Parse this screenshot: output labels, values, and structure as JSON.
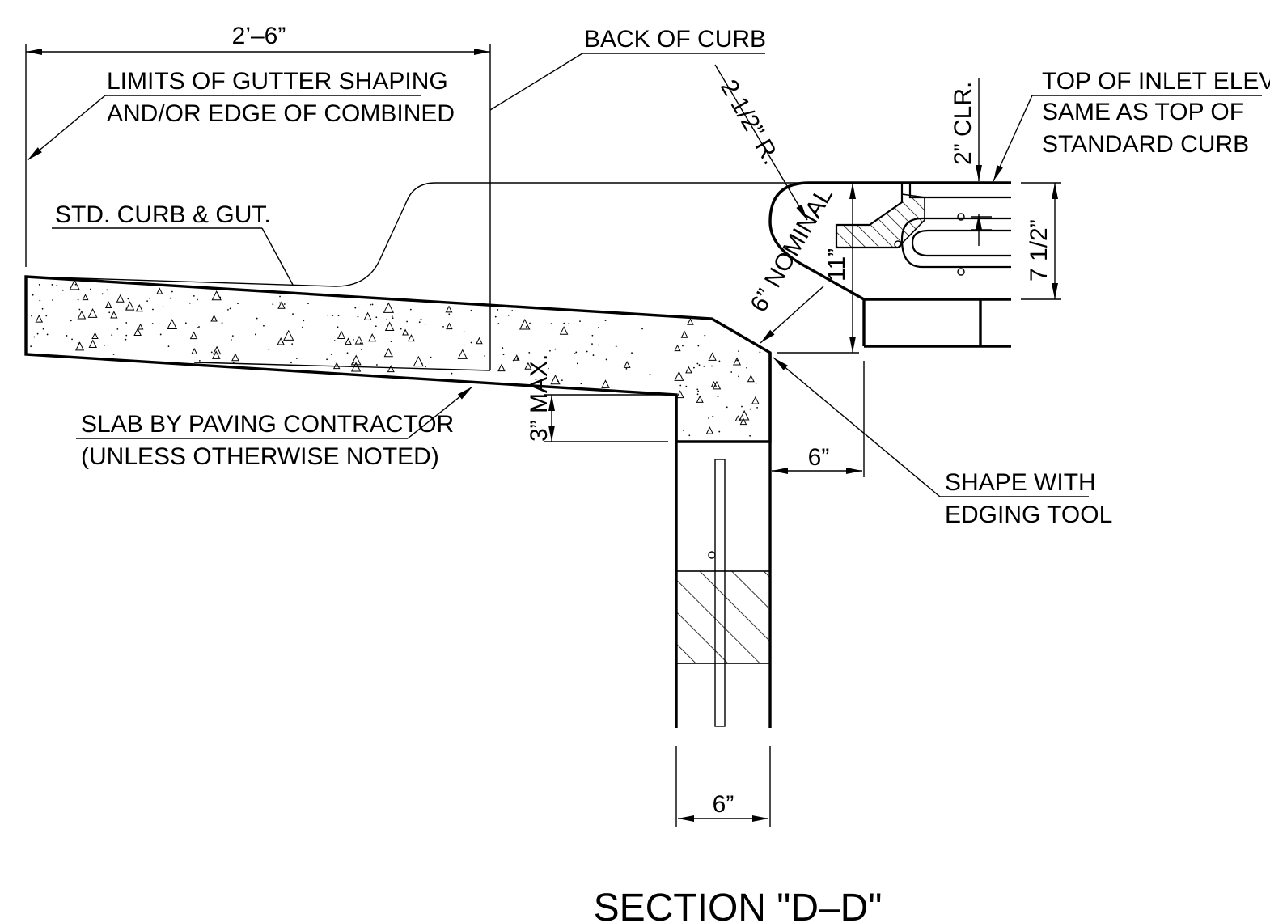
{
  "drawing": {
    "title": "SECTION \"D–D\"",
    "dimensions": {
      "width_2ft6": "2’–6”",
      "radius_2_5": "2 1/2” R.",
      "clear_2in": "2” CLR.",
      "height_7_5": "7 1/2”",
      "height_11": "11”",
      "nominal_6": "6” NOMINAL",
      "max_3": "3” MAX.",
      "offset_6": "6”",
      "width_6": "6”"
    },
    "notes": {
      "back_of_curb": "BACK OF CURB",
      "limits_line1": "LIMITS OF GUTTER SHAPING",
      "limits_line2": "AND/OR EDGE OF COMBINED",
      "std_curb": "STD. CURB & GUT.",
      "top_inlet_line1": "TOP OF INLET ELEV.",
      "top_inlet_line2": "SAME AS TOP OF",
      "top_inlet_line3": "STANDARD CURB",
      "slab_line1": "SLAB BY PAVING CONTRACTOR",
      "slab_line2": "(UNLESS OTHERWISE NOTED)",
      "shape_line1": "SHAPE WITH",
      "shape_line2": "EDGING TOOL"
    }
  }
}
